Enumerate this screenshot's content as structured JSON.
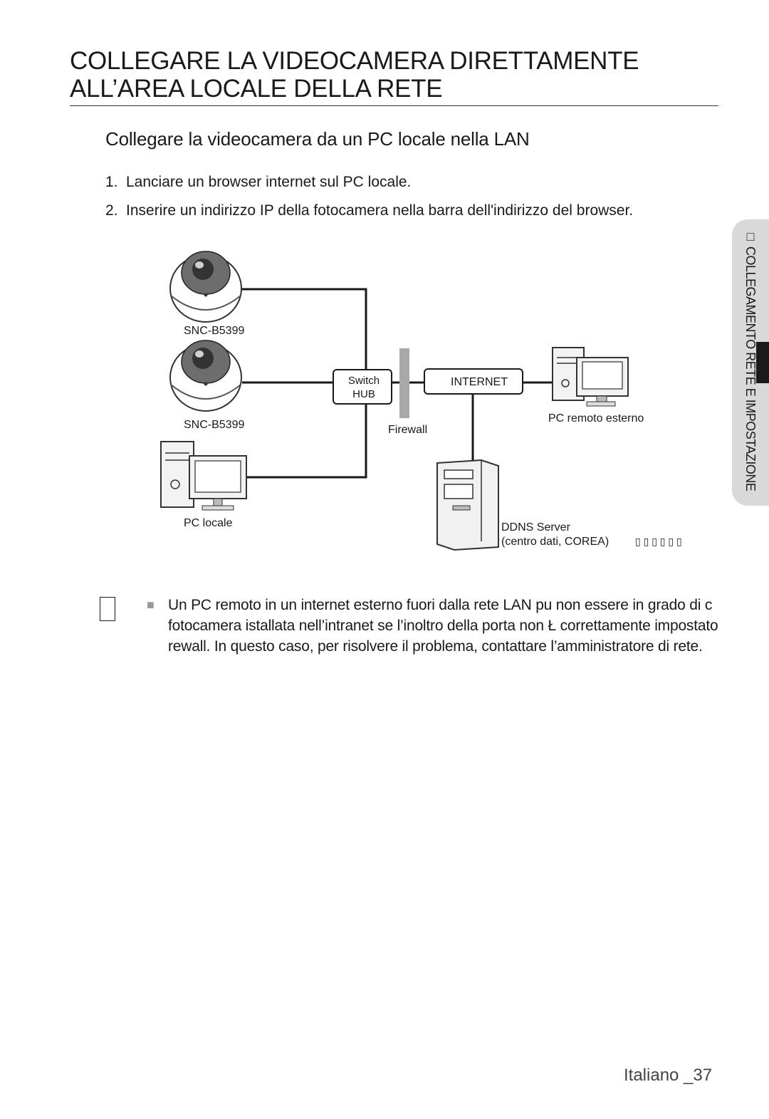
{
  "title": {
    "line1": "COLLEGARE LA VIDEOCAMERA DIRETTAMENTE",
    "line2": "ALL’AREA LOCALE DELLA RETE"
  },
  "subtitle": "Collegare la videocamera da un PC locale nella LAN",
  "steps": [
    {
      "num": "1.",
      "text": "Lanciare un browser internet sul PC locale."
    },
    {
      "num": "2.",
      "text": "Inserire un indirizzo IP della fotocamera nella barra dell'indirizzo del browser."
    }
  ],
  "side_tab": {
    "label": "□ COLLEGAMENTO RETE E IMPOSTAZIONE"
  },
  "diagram": {
    "camera1_label": "SNC-B5399",
    "camera2_label": "SNC-B5399",
    "pc_local_label": "PC locale",
    "switch_line1": "Switch",
    "switch_line2": "HUB",
    "firewall_label": "Firewall",
    "internet_label": "INTERNET",
    "pc_remote_label": "PC remoto esterno",
    "ddns_line1": "DDNS Server",
    "ddns_line2": "(centro dati, COREA)",
    "ddns_extra": "▯ ▯ ▯ ▯ ▯ ▯"
  },
  "note": {
    "line1": "Un PC remoto in un internet esterno fuori dalla rete LAN pu  non essere in grado di c",
    "line2": "fotocamera istallata nell’intranet se l’inoltro della porta non Ł correttamente impostato",
    "line3": " rewall. In questo caso, per risolvere il problema, contattare l’amministratore di rete."
  },
  "footer": "Italiano _37"
}
